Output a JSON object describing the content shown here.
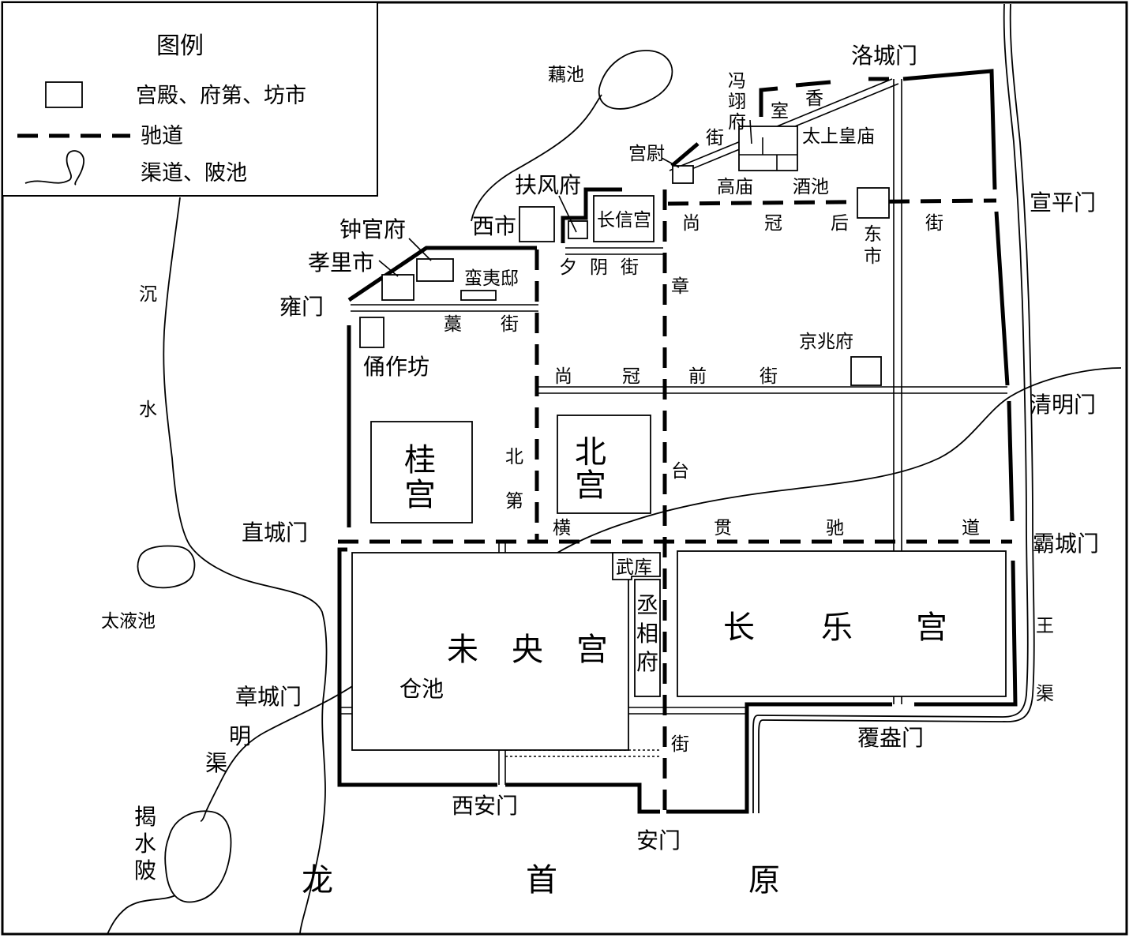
{
  "legend": {
    "title": "图例",
    "items": [
      {
        "symbol": "rectangle",
        "label": "宫殿、府第、坊市"
      },
      {
        "symbol": "dashed-line",
        "label": "驰道"
      },
      {
        "symbol": "curve",
        "label": "渠道、陂池"
      }
    ]
  },
  "gates": {
    "luocheng": "洛城门",
    "xuanping": "宣平门",
    "qingming": "清明门",
    "bacheng": "霸城门",
    "fuang": "覆盎门",
    "an": "安门",
    "xian": "西安门",
    "zhangcheng": "章城门",
    "zhicheng": "直城门",
    "yong": "雍门"
  },
  "palaces": {
    "weiyang": "未央宫",
    "changle": "长乐宫",
    "gui": "桂宫",
    "bei": "北宫",
    "changxin": "长信宫"
  },
  "offices": {
    "zhongguan": "钟官府",
    "fufeng": "扶风府",
    "gongwei": "宫尉",
    "fengyi": "冯翊府",
    "jingzhao": "京兆府",
    "chengxiang": "丞相府",
    "wuku": "武库",
    "manyi": "蛮夷邸",
    "yongzuo": "俑作坊",
    "shixiang": "室香",
    "taishanghuang": "太上皇庙",
    "gaomiao": "高庙",
    "jiuchi": "酒池"
  },
  "markets": {
    "xishi": "西市",
    "dongshi": "东市",
    "xiaoli": "孝里市"
  },
  "streets": {
    "shangguan_hou": [
      "尚",
      "冠",
      "后",
      "街"
    ],
    "shangguan_qian": [
      "尚",
      "冠",
      "前",
      "街"
    ],
    "xiyin": "夕阴街",
    "gao": [
      "藁",
      "街"
    ],
    "zhangtai": [
      "章",
      "台",
      "街"
    ],
    "beidi": [
      "北",
      "第"
    ],
    "hengguan": [
      "横",
      "贯",
      "驰",
      "道"
    ],
    "jie_small": "街"
  },
  "water": {
    "jue": "沉水",
    "taiye": "太液池",
    "ouchi": "藕池",
    "cangchi": "仓池",
    "mingqu": "明渠",
    "wangqu": "王渠",
    "jieshui": "揭水陂"
  },
  "terrain": [
    "龙",
    "首",
    "原"
  ]
}
